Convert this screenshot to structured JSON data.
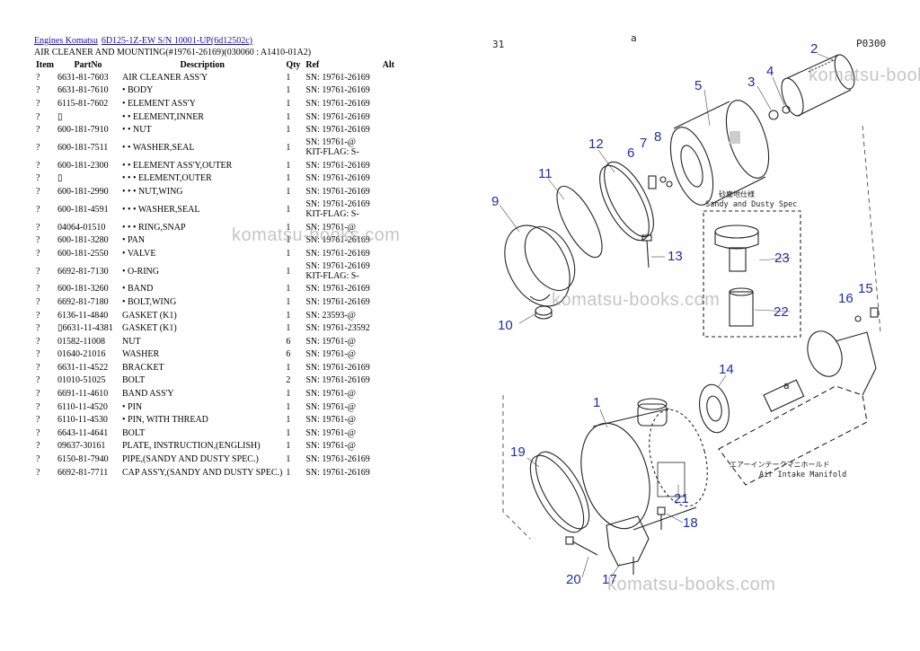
{
  "breadcrumb": {
    "link1": "Engines Komatsu",
    "link2": "6D125-1Z-EW S/N 10001-UP(6d12502c)"
  },
  "subtitle": "AIR CLEANER AND MOUNTING(#19761-26169)(030060 : A1410-01A2)",
  "table": {
    "headers": {
      "item": "Item",
      "part": "PartNo",
      "desc": "Description",
      "qty": "Qty",
      "ref": "Ref",
      "alt": "Alt"
    },
    "rows": [
      {
        "item": "?",
        "part": "6631-81-7603",
        "desc": "AIR CLEANER ASS'Y",
        "qty": "1",
        "ref": [
          "SN: 19761-26169"
        ]
      },
      {
        "item": "?",
        "part": "6631-81-7610",
        "desc": "• BODY",
        "qty": "1",
        "ref": [
          "SN: 19761-26169"
        ]
      },
      {
        "item": "?",
        "part": "6115-81-7602",
        "desc": "• ELEMENT ASS'Y",
        "qty": "1",
        "ref": [
          "SN: 19761-26169"
        ]
      },
      {
        "item": "?",
        "part": "▯",
        "desc": "• • ELEMENT,INNER",
        "qty": "1",
        "ref": [
          "SN: 19761-26169"
        ]
      },
      {
        "item": "?",
        "part": "600-181-7910",
        "desc": "• • NUT",
        "qty": "1",
        "ref": [
          "SN: 19761-26169"
        ]
      },
      {
        "item": "?",
        "part": "600-181-7511",
        "desc": "• • WASHER,SEAL",
        "qty": "1",
        "ref": [
          "SN: 19761-@",
          "KIT-FLAG: S-"
        ]
      },
      {
        "item": "?",
        "part": "600-181-2300",
        "desc": "• • ELEMENT ASS'Y,OUTER",
        "qty": "1",
        "ref": [
          "SN: 19761-26169"
        ]
      },
      {
        "item": "?",
        "part": "▯",
        "desc": "• • • ELEMENT,OUTER",
        "qty": "1",
        "ref": [
          "SN: 19761-26169"
        ]
      },
      {
        "item": "?",
        "part": "600-181-2990",
        "desc": "• • • NUT,WING",
        "qty": "1",
        "ref": [
          "SN: 19761-26169"
        ]
      },
      {
        "item": "?",
        "part": "600-181-4591",
        "desc": "• • • WASHER,SEAL",
        "qty": "1",
        "ref": [
          "SN: 19761-26169",
          "KIT-FLAG: S-"
        ]
      },
      {
        "item": "?",
        "part": "04064-01510",
        "desc": "• • • RING,SNAP",
        "qty": "1",
        "ref": [
          "SN: 19761-@"
        ]
      },
      {
        "item": "?",
        "part": "600-181-3280",
        "desc": "• PAN",
        "qty": "1",
        "ref": [
          "SN: 19761-26169"
        ]
      },
      {
        "item": "?",
        "part": "600-181-2550",
        "desc": "• VALVE",
        "qty": "1",
        "ref": [
          "SN: 19761-26169"
        ]
      },
      {
        "item": "?",
        "part": "6692-81-7130",
        "desc": "• O-RING",
        "qty": "1",
        "ref": [
          "SN: 19761-26169",
          "KIT-FLAG: S-"
        ]
      },
      {
        "item": "?",
        "part": "600-181-3260",
        "desc": "• BAND",
        "qty": "1",
        "ref": [
          "SN: 19761-26169"
        ]
      },
      {
        "item": "?",
        "part": "6692-81-7180",
        "desc": "• BOLT,WING",
        "qty": "1",
        "ref": [
          "SN: 19761-26169"
        ]
      },
      {
        "item": "?",
        "part": "6136-11-4840",
        "desc": "GASKET (K1)",
        "qty": "1",
        "ref": [
          "SN: 23593-@"
        ]
      },
      {
        "item": "?",
        "part": "▯6631-11-4381",
        "desc": "GASKET (K1)",
        "qty": "1",
        "ref": [
          "SN: 19761-23592"
        ]
      },
      {
        "item": "?",
        "part": "01582-11008",
        "desc": "NUT",
        "qty": "6",
        "ref": [
          "SN: 19761-@"
        ]
      },
      {
        "item": "?",
        "part": "01640-21016",
        "desc": "WASHER",
        "qty": "6",
        "ref": [
          "SN: 19761-@"
        ]
      },
      {
        "item": "?",
        "part": "6631-11-4522",
        "desc": "BRACKET",
        "qty": "1",
        "ref": [
          "SN: 19761-26169"
        ]
      },
      {
        "item": "?",
        "part": "01010-51025",
        "desc": "BOLT",
        "qty": "2",
        "ref": [
          "SN: 19761-26169"
        ]
      },
      {
        "item": "?",
        "part": "6691-11-4610",
        "desc": "BAND ASS'Y",
        "qty": "1",
        "ref": [
          "SN: 19761-@"
        ]
      },
      {
        "item": "?",
        "part": "6110-11-4520",
        "desc": "• PIN",
        "qty": "1",
        "ref": [
          "SN: 19761-@"
        ]
      },
      {
        "item": "?",
        "part": "6110-11-4530",
        "desc": "• PIN, WITH THREAD",
        "qty": "1",
        "ref": [
          "SN: 19761-@"
        ]
      },
      {
        "item": "?",
        "part": "6643-11-4641",
        "desc": "BOLT",
        "qty": "1",
        "ref": [
          "SN: 19761-@"
        ]
      },
      {
        "item": "?",
        "part": "09637-30161",
        "desc": "PLATE, INSTRUCTION,(ENGLISH)",
        "qty": "1",
        "ref": [
          "SN: 19761-@"
        ]
      },
      {
        "item": "?",
        "part": "6150-81-7940",
        "desc": "PIPE,(SANDY AND DUSTY SPEC.)",
        "qty": "1",
        "ref": [
          "SN: 19761-26169"
        ]
      },
      {
        "item": "?",
        "part": "6692-81-7711",
        "desc": "CAP ASS'Y,(SANDY AND DUSTY SPEC.)",
        "qty": "1",
        "ref": [
          "SN: 19761-26169"
        ]
      }
    ]
  },
  "diagram": {
    "page_code": "P0300",
    "corner_mark": "31",
    "view_mark": "a",
    "sandy_jp": "砂塵地仕様",
    "sandy_en": "Sandy and Dusty Spec",
    "manifold_jp": "エアーインテークマニホールド",
    "manifold_en": "Air Intake Manifold",
    "detail_label": "a",
    "callouts": [
      "1",
      "2",
      "3",
      "4",
      "5",
      "6",
      "7",
      "8",
      "9",
      "10",
      "11",
      "12",
      "13",
      "14",
      "15",
      "16",
      "17",
      "18",
      "19",
      "20",
      "21",
      "22",
      "23"
    ],
    "callout_color": "#1a2fa8"
  },
  "watermarks": [
    "komatsu-books.com",
    "komatsu-books.com",
    "komatsu-books.com",
    "komatsu-books.com"
  ]
}
